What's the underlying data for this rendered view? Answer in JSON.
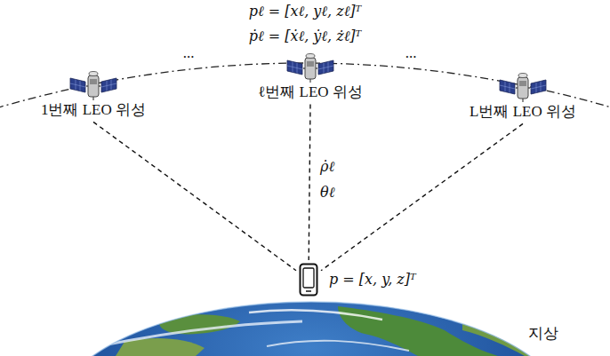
{
  "diagram": {
    "nodes": [
      {
        "text": [
          "1번째 LEO 위성"
        ]
      },
      {
        "text": [
          "ℓ번째 LEO 위성"
        ]
      },
      {
        "text": [
          "L번째 LEO 위성"
        ]
      },
      {
        "text": [
          "p = [x, y, z]ᵀ"
        ]
      }
    ],
    "edges": [
      {
        "from": 0,
        "to": 3,
        "arrow": "none"
      },
      {
        "from": 1,
        "to": 3,
        "arrow": "none"
      },
      {
        "from": 2,
        "to": 3,
        "arrow": "none"
      }
    ],
    "labels": [
      "pℓ = [xℓ, yℓ, zℓ]ᵀ",
      "ṗℓ = [ẋℓ, ẏℓ, żℓ]ᵀ",
      "...",
      "...",
      "ρ̇ℓ",
      "θℓ",
      "지상"
    ]
  }
}
